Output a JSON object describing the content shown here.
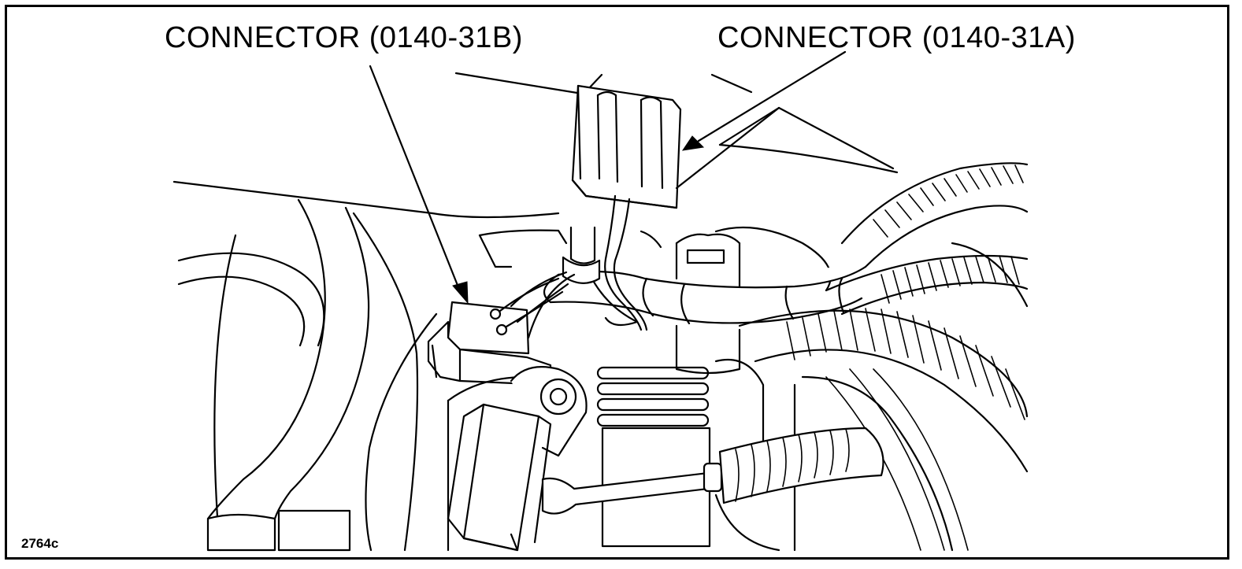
{
  "callouts": {
    "connector_b": "CONNECTOR (0140-31B)",
    "connector_a": "CONNECTOR (0140-31A)"
  },
  "figure_number": "2764c",
  "colors": {
    "ink": "#000000",
    "paper": "#ffffff"
  }
}
